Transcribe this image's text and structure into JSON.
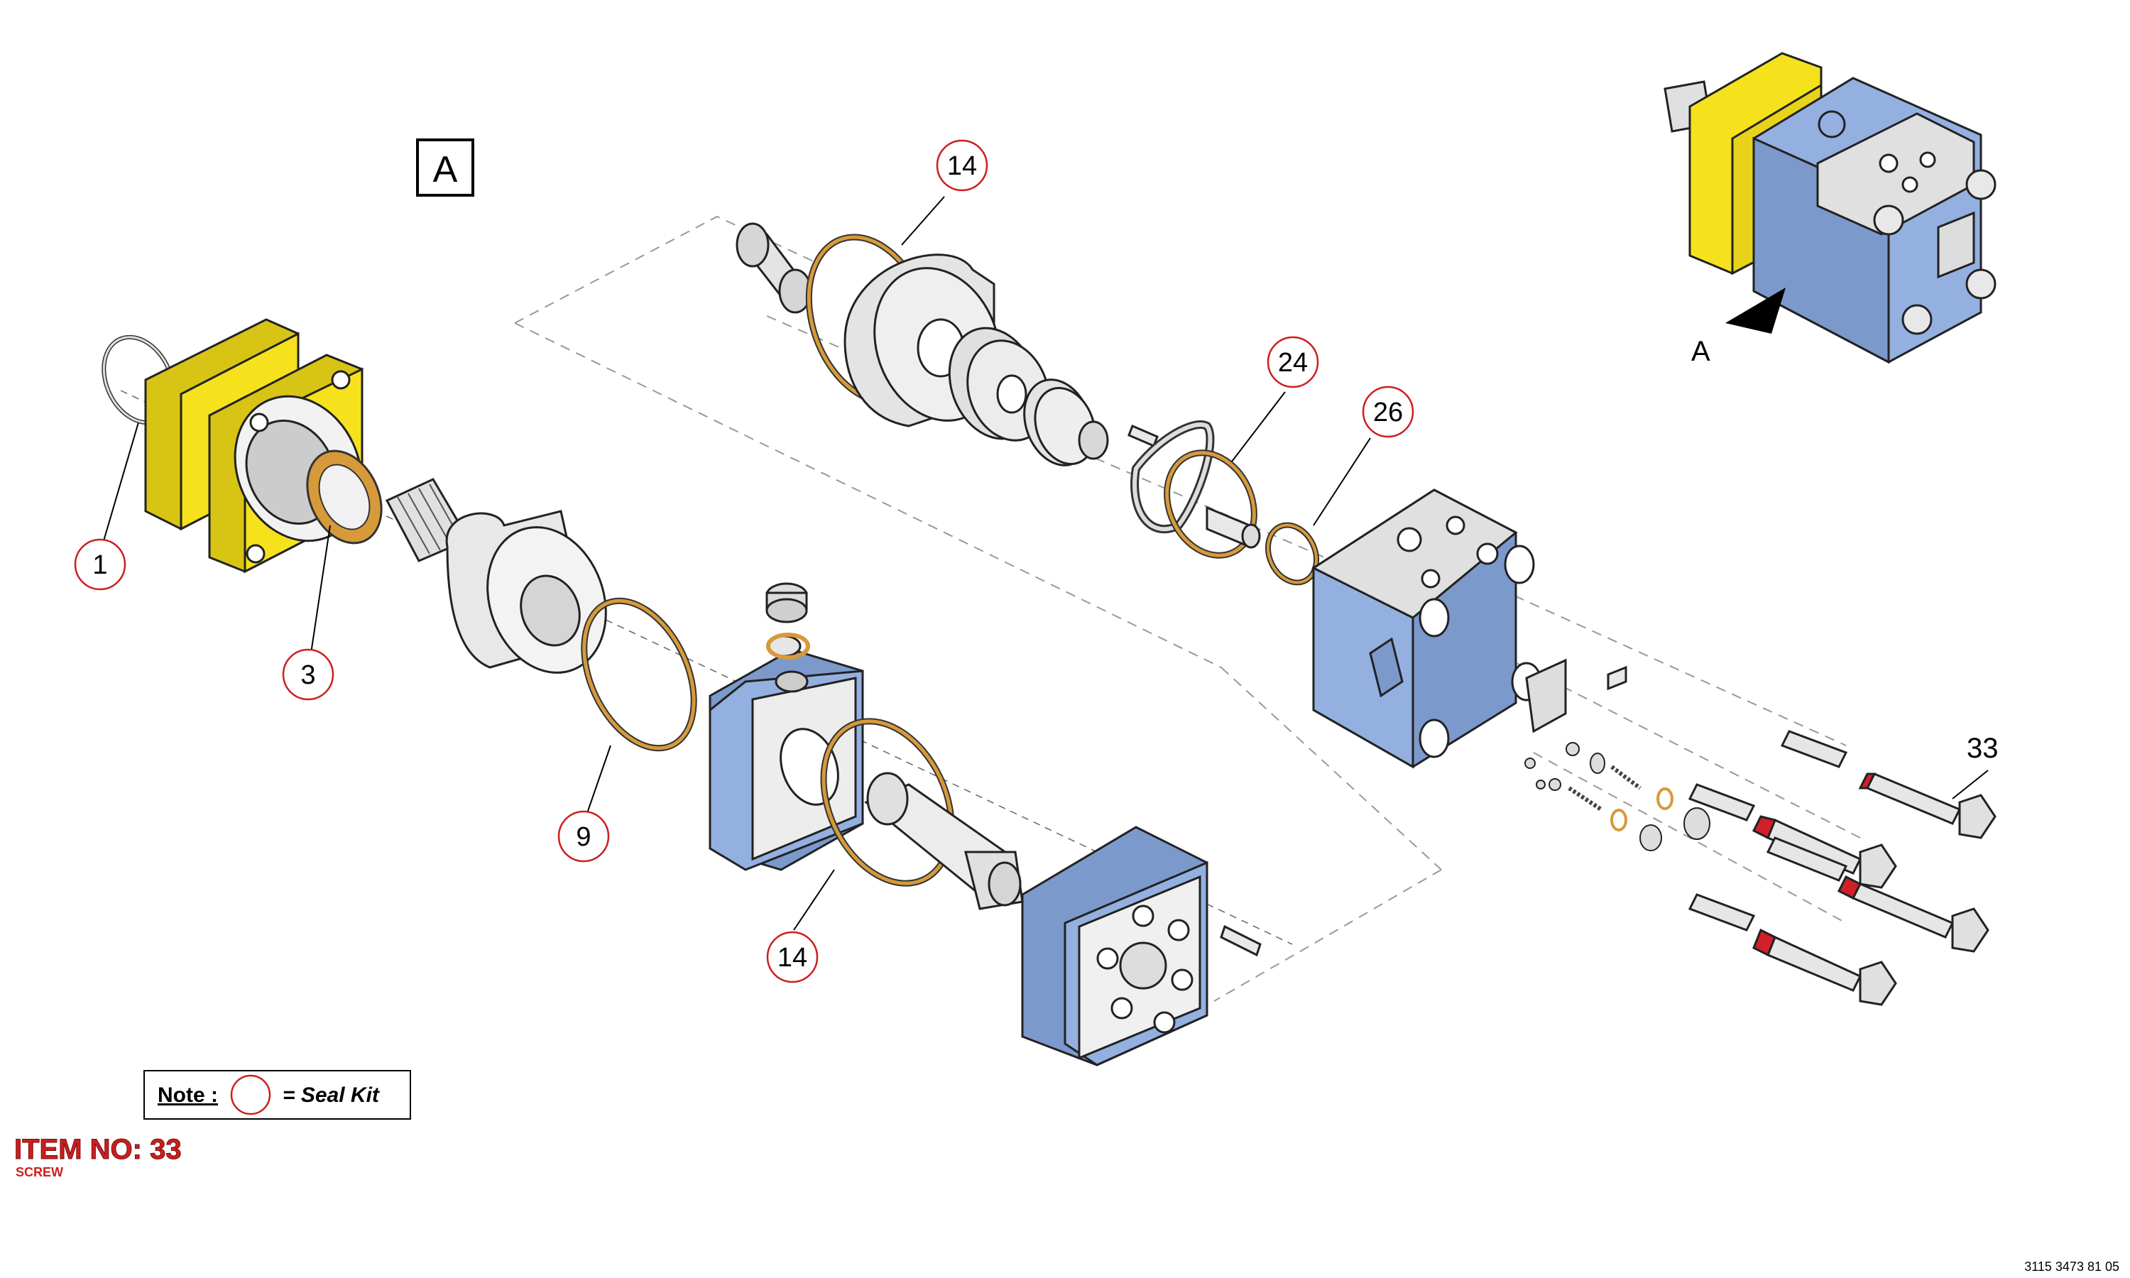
{
  "view_marker": "A",
  "inset_label": "A",
  "callouts": [
    {
      "id": "c1",
      "label": "1"
    },
    {
      "id": "c3",
      "label": "3"
    },
    {
      "id": "c9",
      "label": "9"
    },
    {
      "id": "c14a",
      "label": "14"
    },
    {
      "id": "c14b",
      "label": "14"
    },
    {
      "id": "c24",
      "label": "24"
    },
    {
      "id": "c26",
      "label": "26"
    }
  ],
  "plain_labels": [
    {
      "id": "p33",
      "label": "33"
    }
  ],
  "note": {
    "prefix": "Note :",
    "suffix": "= Seal Kit"
  },
  "item": {
    "number": "ITEM NO: 33",
    "description": "SCREW"
  },
  "document_number": "3115 3473 81 05",
  "colors": {
    "housing_yellow": "#f5e21d",
    "housing_blue": "#93b0e0",
    "part_grey": "#e4e4e4",
    "seal_orange": "#d69a3a",
    "callout_red": "#cc1f1f",
    "thread_red": "#d0202a"
  }
}
